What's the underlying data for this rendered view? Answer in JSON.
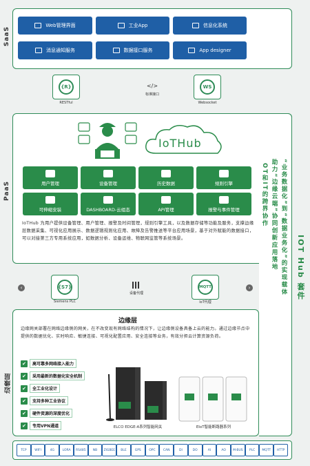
{
  "saas": {
    "label": "SaaS",
    "buttons": [
      {
        "label": "Web管理界面",
        "icon": "monitor-icon"
      },
      {
        "label": "工业App",
        "icon": "app-icon"
      },
      {
        "label": "信息化系统",
        "icon": "mail-icon"
      },
      {
        "label": "消息通知服务",
        "icon": "speaker-icon"
      },
      {
        "label": "数据接口服务",
        "icon": "database-icon"
      },
      {
        "label": "App designer",
        "icon": "design-icon"
      }
    ]
  },
  "interfaces": {
    "restful": {
      "symbol": "{R}",
      "caption": "RESTful"
    },
    "center": {
      "symbol": "</>",
      "caption": "标准接口"
    },
    "websocket": {
      "symbol": "WS",
      "caption": "Websocket"
    }
  },
  "paas": {
    "label": "PaaS",
    "logo_text": "IoTHub",
    "modules": [
      {
        "label": "用户管理",
        "icon": "users-icon"
      },
      {
        "label": "设备管理",
        "icon": "device-icon"
      },
      {
        "label": "历史数据",
        "icon": "database-icon"
      },
      {
        "label": "规则引擎",
        "icon": "flag-icon"
      },
      {
        "label": "可伸缩安装",
        "icon": "scale-icon"
      },
      {
        "label": "DASHBOARD-云组态",
        "icon": "gauge-icon"
      },
      {
        "label": "API管理",
        "icon": "api-icon"
      },
      {
        "label": "报警与事件管理",
        "icon": "alarm-icon"
      }
    ],
    "description": "IoTHub 为用户提供设备管理、用户管理、报警及时间管理，规则引擎工具，以及数据存储等功能及服务，支撑边缘层数据采集、可视化应用展示、数据逻辑规则化应用、故障及告警推送等平台应用场景，基于对外赋能的数据接口，可以对接第三方专用系统应用，如数据分析、设备运维、物联网监管等系统场景。"
  },
  "protocols": {
    "s7": {
      "symbol": "{S7}",
      "caption": "Siemens PLC"
    },
    "center": {
      "caption": "设备代理"
    },
    "mqtt": {
      "symbol": "MQTT",
      "caption": "IoT代理"
    }
  },
  "edge": {
    "label": "边缘层",
    "title": "边缘层",
    "description": "边缘网关部署在网络边缘侧的网关，在不改变现有网络结构的情况下，让边缘侧设备具备上云的能力。通过边缘节点中提供的数据优化、实时响应、敏捷连接、可视化配置应用、安全连接等业务，有效分担云计算资源负荷。",
    "features": [
      "高可靠多网络接入能力",
      "采用最新的数据化安全机制",
      "全工业化设计",
      "支持多种工业协议",
      "硬件资源的深度优化",
      "专用VPN通道"
    ],
    "product1_caption": "ELCO EDGE-A系列智能网关",
    "product2_caption": "EIoT智能断路器系列"
  },
  "sidebar": {
    "title": "IOT Hub 套件",
    "line1": "“业务数据化”到“数据业务化”的实现载体",
    "line2": "助力“边缘云端”协同创新应用落地",
    "line3": "OT和IT的跨界协作"
  },
  "bottom_icons": [
    "TCP",
    "WIFI",
    "4G",
    "LORA",
    "RS485",
    "NB",
    "ZIGBEE",
    "BLE",
    "GPS",
    "OPC",
    "CAN",
    "DI",
    "DO",
    "AI",
    "AO",
    "M-BUS",
    "PLC",
    "MQTT",
    "HTTP"
  ],
  "colors": {
    "primary_green": "#2a8c4a",
    "primary_blue": "#1f5fa6"
  }
}
